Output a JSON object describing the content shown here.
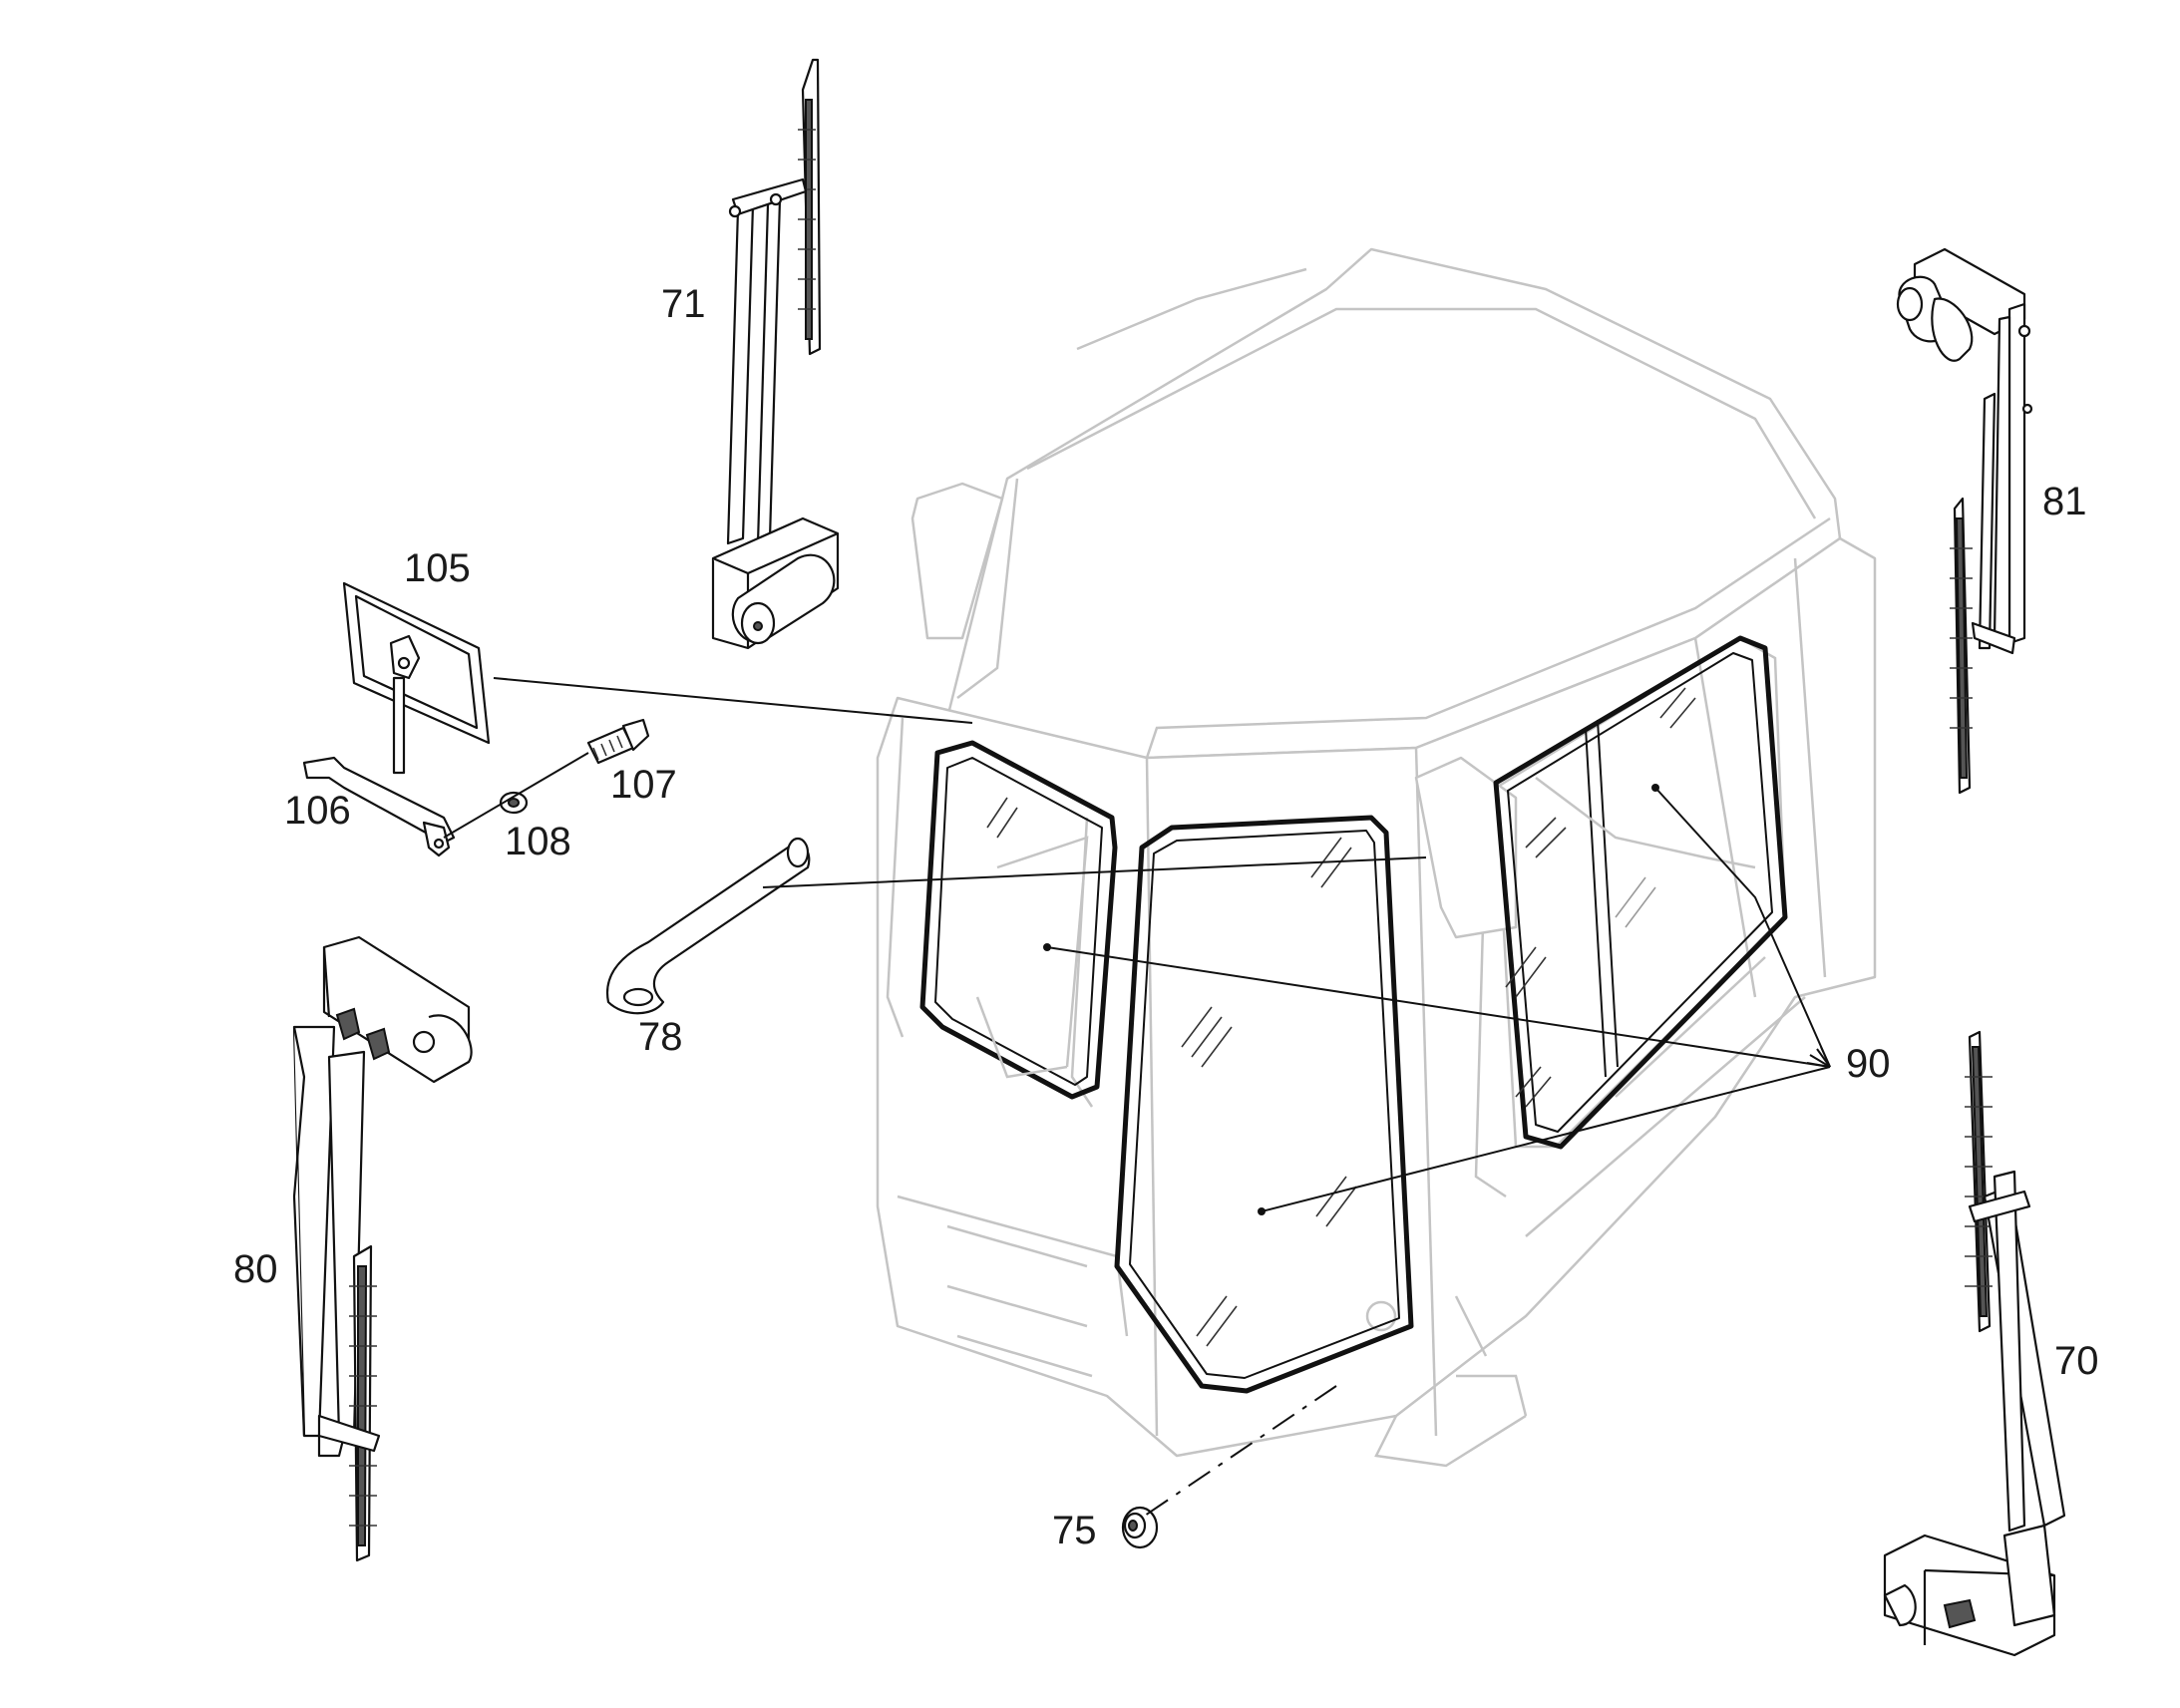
{
  "callouts": {
    "c70": "70",
    "c71": "71",
    "c75": "75",
    "c78": "78",
    "c80": "80",
    "c81": "81",
    "c90": "90",
    "c105": "105",
    "c106": "106",
    "c107": "107",
    "c108": "108"
  },
  "icons": {
    "cab": "operator-cab-icon",
    "wiper": "windshield-wiper-icon",
    "mirror": "rear-view-mirror-icon",
    "hose": "hose-icon",
    "grommet": "grommet-icon",
    "bolt": "bolt-icon",
    "washer": "washer-icon"
  },
  "colors": {
    "cab_outline": "#c4c4c4",
    "parts": "#111111",
    "background": "#ffffff"
  }
}
